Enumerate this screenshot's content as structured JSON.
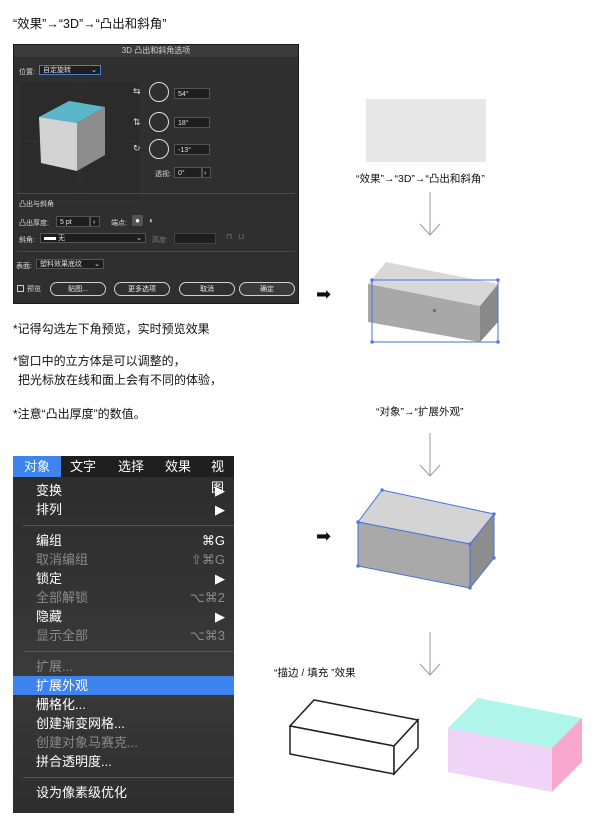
{
  "heading": "“效果”→“3D”→“凸出和斜角”",
  "dialog": {
    "title": "3D 凸出和斜角选项",
    "position_label": "位置:",
    "position_value": "自定旋转",
    "angle_x": "54°",
    "angle_y": "18°",
    "angle_z": "-13°",
    "perspective_label": "透视:",
    "perspective_value": "0°",
    "extrude_section": "凸出与斜角",
    "depth_label": "凸出厚度:",
    "depth_value": "5 pt",
    "cap_label": "端点:",
    "bevel_label": "斜角:",
    "bevel_value": "无",
    "height_label": "高度:",
    "surface_label": "表面:",
    "surface_value": "塑料效果底纹",
    "preview_label": "预览",
    "map_button": "贴图...",
    "more_button": "更多选项",
    "cancel_button": "取消",
    "ok_button": "确定",
    "cube_top_color": "#5bb6c9",
    "accent_color": "#4a7dd8"
  },
  "notes": {
    "note1": "*记得勾选左下角预览，实时预览效果",
    "note2_line1": "*窗口中的立方体是可以调整的，",
    "note2_line2": "把光标放在线和面上会有不同的体验，",
    "note3": "*注意“凸出厚度”的数值。"
  },
  "menu": {
    "bar": [
      "对象",
      "文字",
      "选择",
      "效果",
      "视图"
    ],
    "items": [
      {
        "label": "变换",
        "key": "▶",
        "disabled": false
      },
      {
        "label": "排列",
        "key": "▶",
        "disabled": false
      },
      {
        "label": "编组",
        "key": "⌘G",
        "disabled": false
      },
      {
        "label": "取消编组",
        "key": "⇧⌘G",
        "disabled": true
      },
      {
        "label": "锁定",
        "key": "▶",
        "disabled": false
      },
      {
        "label": "全部解锁",
        "key": "⌥⌘2",
        "disabled": true
      },
      {
        "label": "隐藏",
        "key": "▶",
        "disabled": false
      },
      {
        "label": "显示全部",
        "key": "⌥⌘3",
        "disabled": true
      },
      {
        "label": "扩展...",
        "key": "",
        "disabled": true
      },
      {
        "label": "扩展外观",
        "key": "",
        "disabled": false,
        "highlight": true
      },
      {
        "label": "栅格化...",
        "key": "",
        "disabled": false
      },
      {
        "label": "创建渐变网格...",
        "key": "",
        "disabled": false
      },
      {
        "label": "创建对象马赛克...",
        "key": "",
        "disabled": true
      },
      {
        "label": "拼合透明度...",
        "key": "",
        "disabled": false
      },
      {
        "label": "设为像素级优化",
        "key": "",
        "disabled": false
      }
    ],
    "highlight_color": "#3d84ef"
  },
  "right": {
    "step1_label": "“效果”→“3D”→“凸出和斜角”",
    "step2_label": "“对象”→“扩展外观”",
    "step3_label": "“描边 / 填充 ”效果",
    "selection_color": "#4a6fe0",
    "colored_top": "#b0f5ea",
    "colored_front": "#f0d4f8",
    "colored_side": "#f7a8cc"
  }
}
